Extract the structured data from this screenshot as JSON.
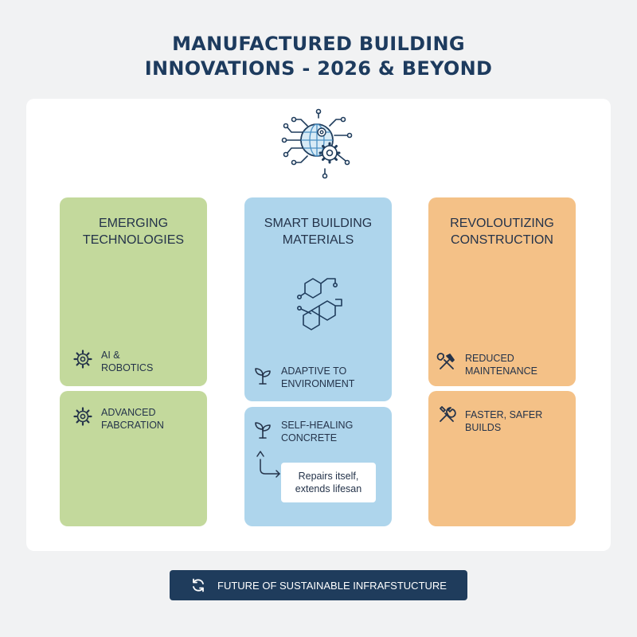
{
  "title": {
    "line1": "MANUFACTURED BUILDING",
    "line2": "INNOVATIONS - 2026 & BEYOND"
  },
  "hub_icon": "globe-circuit-gear-icon",
  "columns": [
    {
      "color": "#c3d99c",
      "title": [
        "EMERGING",
        "TECHNOLOGIES"
      ],
      "items": [
        {
          "icon": "gear-icon",
          "lines": [
            "AI &",
            "ROBOTICS"
          ]
        },
        {
          "icon": "gear-icon",
          "lines": [
            "ADVANCED",
            "FABCRATION"
          ]
        }
      ]
    },
    {
      "color": "#aed5ec",
      "title": [
        "SMART BUILDING",
        "MATERIALS"
      ],
      "diagram_icon": "molecule-hexagon-icon",
      "items": [
        {
          "icon": "sprout-icon",
          "lines": [
            "ADAPTIVE TO",
            "ENVIRONMENT"
          ]
        },
        {
          "icon": "sprout-icon",
          "lines": [
            "SELF-HEALING",
            "CONCRETE"
          ]
        }
      ],
      "note": [
        "Repairs itself,",
        "extends lifesan"
      ]
    },
    {
      "color": "#f4c187",
      "title": [
        "REVOLOUTIZING",
        "CONSTRUCTION"
      ],
      "items": [
        {
          "icon": "hammer-wrench-icon",
          "lines": [
            "REDUCED",
            "MAINTENANCE"
          ]
        },
        {
          "icon": "wrench-screwdriver-icon",
          "lines": [
            "FASTER, SAFER BUILDS"
          ]
        }
      ]
    }
  ],
  "footer": {
    "icon": "refresh-icon",
    "label": "FUTURE OF SUSTAINABLE INFRAFSTUCTURE"
  }
}
